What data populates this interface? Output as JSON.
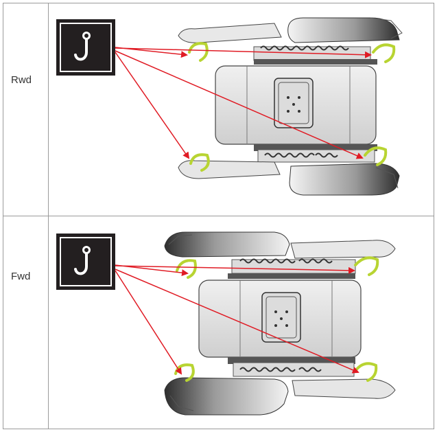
{
  "rows": [
    {
      "label": "Rwd",
      "symbol": "tow-hook-symbol",
      "target_points": 4
    },
    {
      "label": "Fwd",
      "symbol": "tow-hook-symbol",
      "target_points": 4
    }
  ],
  "colors": {
    "border": "#9a9a9a",
    "arrow": "#e01b24",
    "hook_highlight": "#b8d432",
    "icon_bg": "#231f20",
    "icon_fg": "#ffffff",
    "machine_body": "#e6e6e6",
    "machine_dark": "#3a3a3a"
  }
}
